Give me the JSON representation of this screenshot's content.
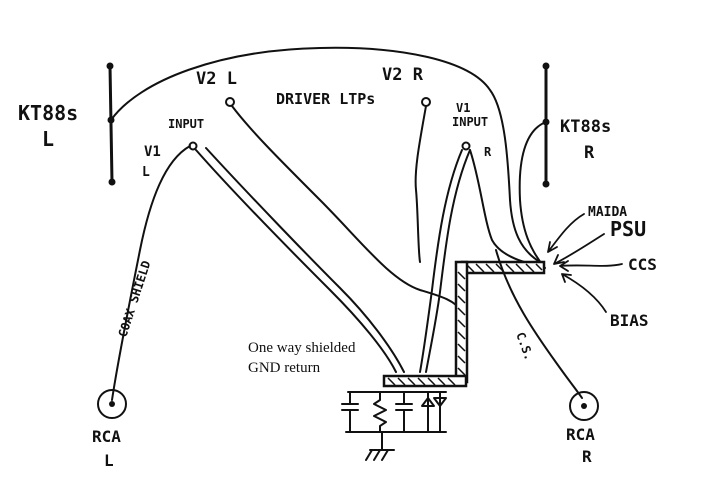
{
  "labels": {
    "kt88_left_top": "KT88s",
    "kt88_left_bottom": "L",
    "kt88_right_top": "KT88s",
    "kt88_right_bottom": "R",
    "v2_left": "V2 L",
    "v2_right": "V2 R",
    "driver": "DRIVER LTPs",
    "input_left": "INPUT",
    "input_right": "INPUT",
    "v1_left": "V1",
    "v1_left_side": "L",
    "v1_right": "V1",
    "v1_right_side": "R",
    "coax": "COAX SHIELD",
    "maida": "MAIDA",
    "psu": "PSU",
    "ccs": "CCS",
    "bias": "BIAS",
    "cs": "C.S.",
    "gnd_line1": "One way shielded",
    "gnd_line2": "GND return",
    "rca_left_top": "RCA",
    "rca_left_bottom": "L",
    "rca_right_top": "RCA",
    "rca_right_bottom": "R"
  }
}
